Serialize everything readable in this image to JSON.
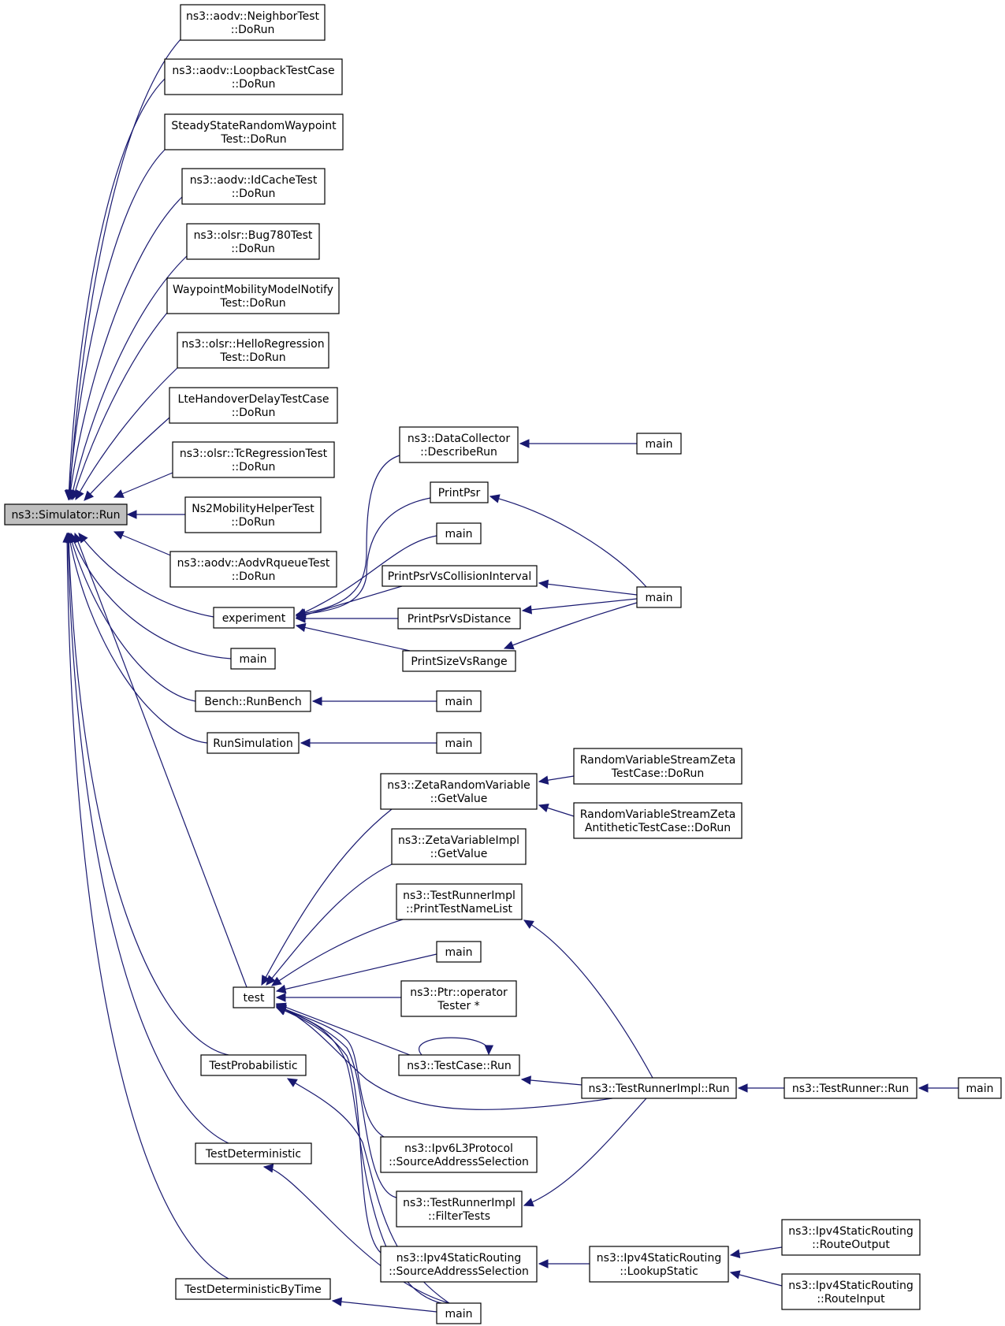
{
  "graph": {
    "title": "",
    "nodes": [
      {
        "id": "root",
        "lines": [
          "ns3::Simulator::Run"
        ],
        "root": true
      },
      {
        "id": "n1",
        "lines": [
          "ns3::aodv::NeighborTest",
          "::DoRun"
        ]
      },
      {
        "id": "n2",
        "lines": [
          "ns3::aodv::LoopbackTestCase",
          "::DoRun"
        ]
      },
      {
        "id": "n3",
        "lines": [
          "SteadyStateRandomWaypoint",
          "Test::DoRun"
        ]
      },
      {
        "id": "n4",
        "lines": [
          "ns3::aodv::IdCacheTest",
          "::DoRun"
        ]
      },
      {
        "id": "n5",
        "lines": [
          "ns3::olsr::Bug780Test",
          "::DoRun"
        ]
      },
      {
        "id": "n6",
        "lines": [
          "WaypointMobilityModelNotify",
          "Test::DoRun"
        ]
      },
      {
        "id": "n7",
        "lines": [
          "ns3::olsr::HelloRegression",
          "Test::DoRun"
        ]
      },
      {
        "id": "n8",
        "lines": [
          "LteHandoverDelayTestCase",
          "::DoRun"
        ]
      },
      {
        "id": "n9",
        "lines": [
          "ns3::olsr::TcRegressionTest",
          "::DoRun"
        ]
      },
      {
        "id": "n10",
        "lines": [
          "Ns2MobilityHelperTest",
          "::DoRun"
        ]
      },
      {
        "id": "n11",
        "lines": [
          "ns3::aodv::AodvRqueueTest",
          "::DoRun"
        ]
      },
      {
        "id": "experiment",
        "lines": [
          "experiment"
        ]
      },
      {
        "id": "main_a",
        "lines": [
          "main"
        ]
      },
      {
        "id": "bench",
        "lines": [
          "Bench::RunBench"
        ]
      },
      {
        "id": "runsim",
        "lines": [
          "RunSimulation"
        ]
      },
      {
        "id": "test",
        "lines": [
          "test"
        ]
      },
      {
        "id": "tprob",
        "lines": [
          "TestProbabilistic"
        ]
      },
      {
        "id": "tdet",
        "lines": [
          "TestDeterministic"
        ]
      },
      {
        "id": "tdettime",
        "lines": [
          "TestDeterministicByTime"
        ]
      },
      {
        "id": "describe",
        "lines": [
          "ns3::DataCollector",
          "::DescribeRun"
        ]
      },
      {
        "id": "printpsr",
        "lines": [
          "PrintPsr"
        ]
      },
      {
        "id": "main_b",
        "lines": [
          "main"
        ]
      },
      {
        "id": "psrcoll",
        "lines": [
          "PrintPsrVsCollisionInterval"
        ]
      },
      {
        "id": "psrdist",
        "lines": [
          "PrintPsrVsDistance"
        ]
      },
      {
        "id": "sizerange",
        "lines": [
          "PrintSizeVsRange"
        ]
      },
      {
        "id": "main_c",
        "lines": [
          "main"
        ]
      },
      {
        "id": "main_d",
        "lines": [
          "main"
        ]
      },
      {
        "id": "main_e",
        "lines": [
          "main"
        ]
      },
      {
        "id": "main_f",
        "lines": [
          "main"
        ]
      },
      {
        "id": "zetarv",
        "lines": [
          "ns3::ZetaRandomVariable",
          "::GetValue"
        ]
      },
      {
        "id": "zetaimpl",
        "lines": [
          "ns3::ZetaVariableImpl",
          "::GetValue"
        ]
      },
      {
        "id": "printlist",
        "lines": [
          "ns3::TestRunnerImpl",
          "::PrintTestNameList"
        ]
      },
      {
        "id": "main_g",
        "lines": [
          "main"
        ]
      },
      {
        "id": "ptrop",
        "lines": [
          "ns3::Ptr::operator",
          "Tester *"
        ]
      },
      {
        "id": "tcrun",
        "lines": [
          "ns3::TestCase::Run"
        ]
      },
      {
        "id": "ipv6sas",
        "lines": [
          "ns3::Ipv6L3Protocol",
          "::SourceAddressSelection"
        ]
      },
      {
        "id": "filter",
        "lines": [
          "ns3::TestRunnerImpl",
          "::FilterTests"
        ]
      },
      {
        "id": "ipv4sas",
        "lines": [
          "ns3::Ipv4StaticRouting",
          "::SourceAddressSelection"
        ]
      },
      {
        "id": "main_h",
        "lines": [
          "main"
        ]
      },
      {
        "id": "zetatc",
        "lines": [
          "RandomVariableStreamZeta",
          "TestCase::DoRun"
        ]
      },
      {
        "id": "zetaanti",
        "lines": [
          "RandomVariableStreamZeta",
          "AntitheticTestCase::DoRun"
        ]
      },
      {
        "id": "trirun",
        "lines": [
          "ns3::TestRunnerImpl::Run"
        ]
      },
      {
        "id": "lookup",
        "lines": [
          "ns3::Ipv4StaticRouting",
          "::LookupStatic"
        ]
      },
      {
        "id": "trrun",
        "lines": [
          "ns3::TestRunner::Run"
        ]
      },
      {
        "id": "main_i",
        "lines": [
          "main"
        ]
      },
      {
        "id": "routeout",
        "lines": [
          "ns3::Ipv4StaticRouting",
          "::RouteOutput"
        ]
      },
      {
        "id": "routein",
        "lines": [
          "ns3::Ipv4StaticRouting",
          "::RouteInput"
        ]
      }
    ],
    "edges": [
      [
        "n1",
        "root"
      ],
      [
        "n2",
        "root"
      ],
      [
        "n3",
        "root"
      ],
      [
        "n4",
        "root"
      ],
      [
        "n5",
        "root"
      ],
      [
        "n6",
        "root"
      ],
      [
        "n7",
        "root"
      ],
      [
        "n8",
        "root"
      ],
      [
        "n9",
        "root"
      ],
      [
        "n10",
        "root"
      ],
      [
        "n11",
        "root"
      ],
      [
        "experiment",
        "root"
      ],
      [
        "main_a",
        "root"
      ],
      [
        "bench",
        "root"
      ],
      [
        "runsim",
        "root"
      ],
      [
        "test",
        "root"
      ],
      [
        "tprob",
        "root"
      ],
      [
        "tdet",
        "root"
      ],
      [
        "tdettime",
        "root"
      ],
      [
        "describe",
        "experiment"
      ],
      [
        "printpsr",
        "experiment"
      ],
      [
        "main_b",
        "experiment"
      ],
      [
        "psrcoll",
        "experiment"
      ],
      [
        "psrdist",
        "experiment"
      ],
      [
        "sizerange",
        "experiment"
      ],
      [
        "main_c",
        "describe"
      ],
      [
        "main_d",
        "printpsr"
      ],
      [
        "main_d",
        "psrcoll"
      ],
      [
        "main_d",
        "psrdist"
      ],
      [
        "main_d",
        "sizerange"
      ],
      [
        "main_e",
        "bench"
      ],
      [
        "main_f",
        "runsim"
      ],
      [
        "zetarv",
        "test"
      ],
      [
        "zetaimpl",
        "test"
      ],
      [
        "printlist",
        "test"
      ],
      [
        "main_g",
        "test"
      ],
      [
        "ptrop",
        "test"
      ],
      [
        "tcrun",
        "test"
      ],
      [
        "trirun",
        "test"
      ],
      [
        "ipv6sas",
        "test"
      ],
      [
        "filter",
        "test"
      ],
      [
        "ipv4sas",
        "test"
      ],
      [
        "main_h",
        "test"
      ],
      [
        "zetatc",
        "zetarv"
      ],
      [
        "zetaanti",
        "zetarv"
      ],
      [
        "trirun",
        "printlist"
      ],
      [
        "tcrun",
        "tcrun"
      ],
      [
        "trirun",
        "tcrun"
      ],
      [
        "trirun",
        "filter"
      ],
      [
        "lookup",
        "ipv4sas"
      ],
      [
        "main_h",
        "tprob"
      ],
      [
        "main_h",
        "tdet"
      ],
      [
        "main_h",
        "tdettime"
      ],
      [
        "trrun",
        "trirun"
      ],
      [
        "main_i",
        "trrun"
      ],
      [
        "routeout",
        "lookup"
      ],
      [
        "routein",
        "lookup"
      ]
    ]
  }
}
